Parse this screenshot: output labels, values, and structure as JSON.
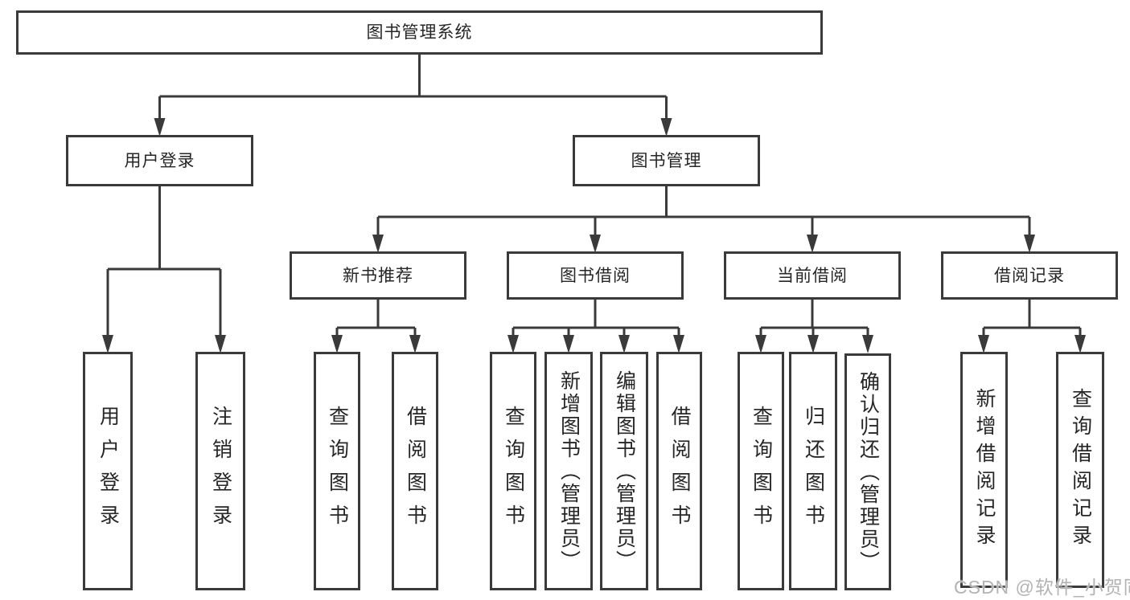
{
  "colors": {
    "line": "#3a3a3a",
    "box_border": "#3a3a3a",
    "text": "#262626",
    "background": "#ffffff",
    "watermark": "#b3b3b3"
  },
  "nodes": {
    "root": {
      "label": "图书管理系统"
    },
    "level2": [
      {
        "label": "用户登录"
      },
      {
        "label": "图书管理"
      }
    ],
    "level3": [
      {
        "label": "新书推荐"
      },
      {
        "label": "图书借阅"
      },
      {
        "label": "当前借阅"
      },
      {
        "label": "借阅记录"
      }
    ],
    "leaves": {
      "user_login": [
        {
          "label": "用户登录"
        },
        {
          "label": "注销登录"
        }
      ],
      "new_book": [
        {
          "label": "查询图书"
        },
        {
          "label": "借阅图书"
        }
      ],
      "book_borrow": [
        {
          "label": "查询图书"
        },
        {
          "label": "新增图书（管理员）"
        },
        {
          "label": "编辑图书（管理员）"
        },
        {
          "label": "借阅图书"
        }
      ],
      "current_borrow": [
        {
          "label": "查询图书"
        },
        {
          "label": "归还图书"
        },
        {
          "label": "确认归还（管理员）"
        }
      ],
      "borrow_records": [
        {
          "label": "新增借阅记录"
        },
        {
          "label": "查询借阅记录"
        }
      ]
    }
  },
  "watermark": {
    "text": "CSDN @软件_小贺同学"
  }
}
